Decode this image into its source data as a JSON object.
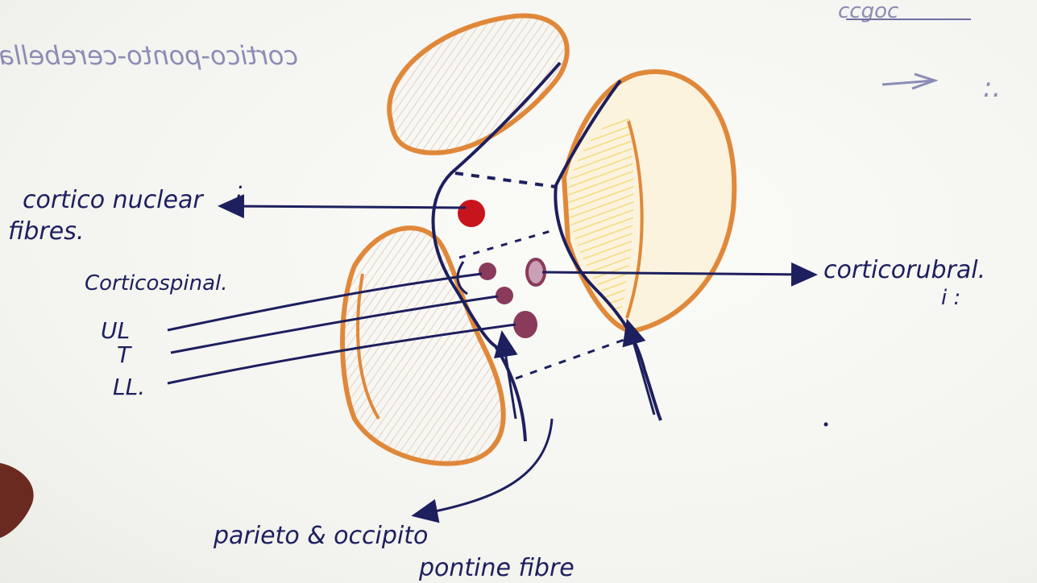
{
  "colors": {
    "ink": "#1d1f5e",
    "orange": "#e0883a",
    "yellow": "#f2d35a",
    "red_dot": "#c8141c",
    "purple_dot": "#8a3a5a",
    "paper": "#f6f6f3"
  },
  "top_header": {
    "right_text": "ccgoc",
    "mirrored_text": "cortico-ponto-cerebellar pathway"
  },
  "labels": {
    "corticonuclear_line1": "cortico nuclear",
    "corticonuclear_line2": "fibres.",
    "corticospinal": "Corticospinal.",
    "ul": "UL",
    "t": "T",
    "ll": "LL.",
    "corticorubral": "corticorubral.",
    "parieto_line1": "parieto & occipito",
    "parieto_line2": "pontine fibre"
  }
}
